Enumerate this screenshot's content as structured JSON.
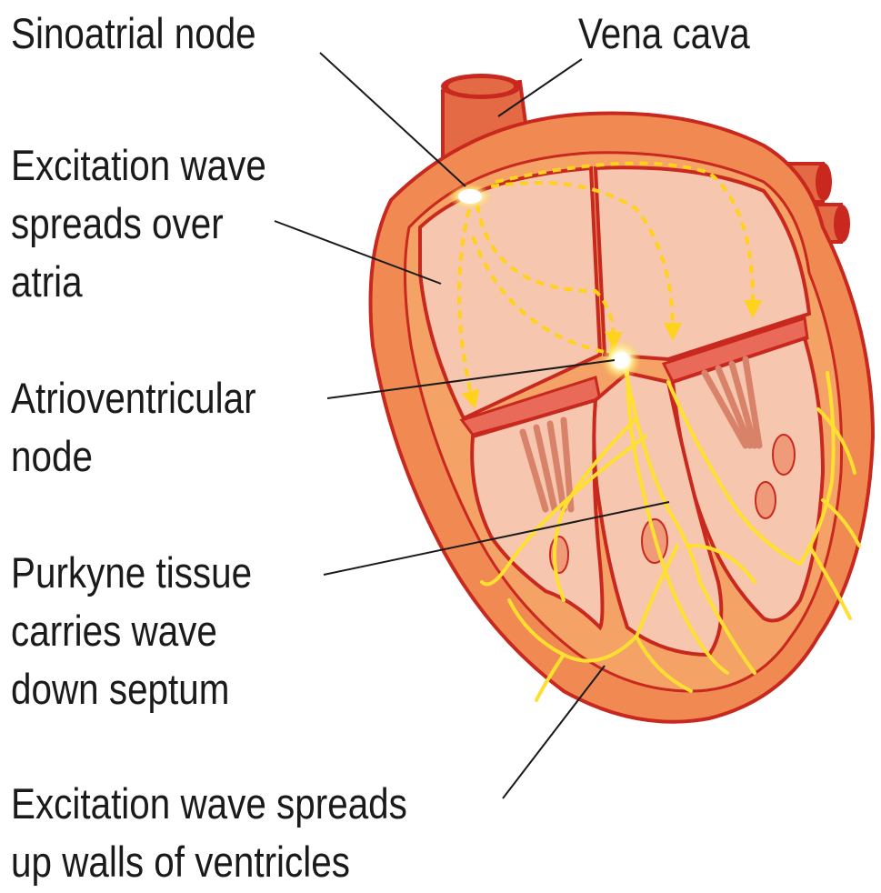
{
  "labels": {
    "sinoatrial_node": "Sinoatrial node",
    "vena_cava": "Vena cava",
    "excitation_atria": [
      "Excitation wave",
      "spreads over",
      "atria"
    ],
    "av_node": [
      "Atrioventricular",
      "node"
    ],
    "purkyne": [
      "Purkyne tissue",
      "carries wave",
      "down septum"
    ],
    "excitation_ventricles": [
      "Excitation wave spreads",
      "up walls of ventricles"
    ]
  },
  "colors": {
    "outline": "#c8281e",
    "heart_outer": "#f08a52",
    "heart_wall": "#f4a266",
    "chamber": "#f6c6ae",
    "vessel": "#e36a44",
    "conduction": "#ffe030",
    "arrow": "#ffd21c",
    "node_glow": "#fffbe0",
    "leader": "#1a1a1a"
  }
}
